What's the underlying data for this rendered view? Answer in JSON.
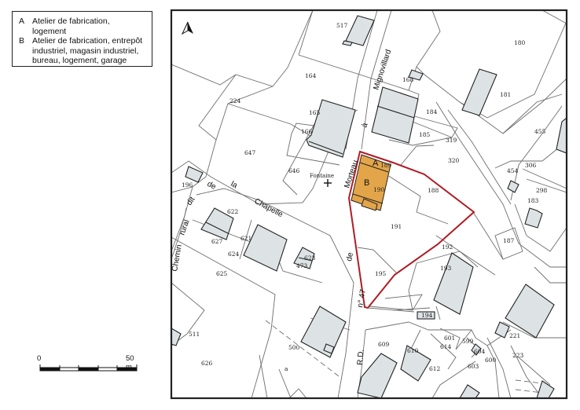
{
  "legend": {
    "items": [
      {
        "key": "A",
        "text": "Atelier de fabrication, logement"
      },
      {
        "key": "B",
        "text": "Atelier de fabrication, entrepôt industriel, magasin industriel, bureau, logement, garage"
      }
    ]
  },
  "scale": {
    "start": "0",
    "end": "50 m"
  },
  "map": {
    "north_arrow": "north-arrow",
    "colors": {
      "frame": "#222222",
      "parcel_line": "#6e6e6e",
      "building_fill": "#dde3e5",
      "highlight_fill": "#e3a54a",
      "boundary": "#b01c24"
    },
    "buildings_labels": {
      "a": "A",
      "b": "B"
    },
    "roads": {
      "mignovillard_1": "Mignovillard",
      "mignovillard_2": "à",
      "morteau": "Morteau",
      "de": "de",
      "n47": "n° 47",
      "rd": "R.D.",
      "chemin": "Chemin",
      "rural": "rural",
      "dit": "dit",
      "de2": "de",
      "la": "la",
      "chapelle": "Chapelle"
    },
    "fontaine": "Fontaine",
    "parcels": {
      "p517": "517",
      "p164": "164",
      "p224": "224",
      "p165": "165",
      "p166": "166",
      "p647": "647",
      "p646": "646",
      "p196": "196",
      "p168": "168",
      "p180": "180",
      "p181": "181",
      "p184": "184",
      "p185": "185",
      "p319": "319",
      "p320": "320",
      "p455": "455",
      "p454": "454",
      "p306": "306",
      "p298": "298",
      "p183": "183",
      "p187": "187",
      "p189": "189",
      "p190": "190",
      "p188": "188",
      "p191": "191",
      "p192": "192",
      "p193": "193",
      "p195": "195",
      "p194": "194",
      "p622": "622",
      "p627": "627",
      "p621": "621",
      "p624": "624",
      "p623": "623",
      "p473": "473",
      "p625": "625",
      "p511": "511",
      "p626": "626",
      "p500": "500",
      "pa": "a",
      "p609": "609",
      "p610": "610",
      "p612": "612",
      "p601": "601",
      "p614": "614",
      "p599": "599",
      "p604": "604",
      "p600": "600",
      "p603": "603",
      "p221": "221",
      "p223": "223"
    }
  }
}
